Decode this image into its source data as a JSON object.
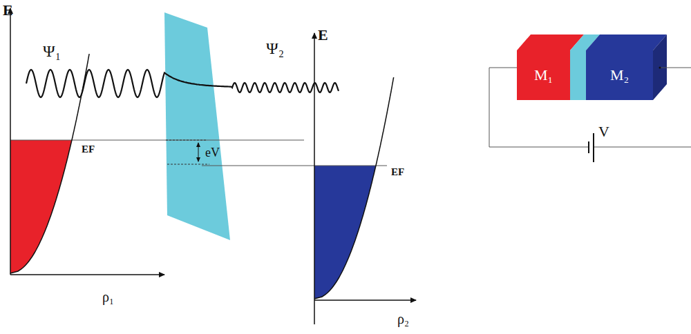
{
  "diagram": {
    "nodes": [
      {
        "text": [
          "M₁"
        ]
      },
      {
        "text": [
          "M₂"
        ]
      }
    ],
    "labels": [
      "E",
      "Ψ₁",
      "EF",
      "eV",
      "ρ₁",
      "E",
      "Ψ₂",
      "EF",
      "ρ₂",
      "V"
    ]
  }
}
